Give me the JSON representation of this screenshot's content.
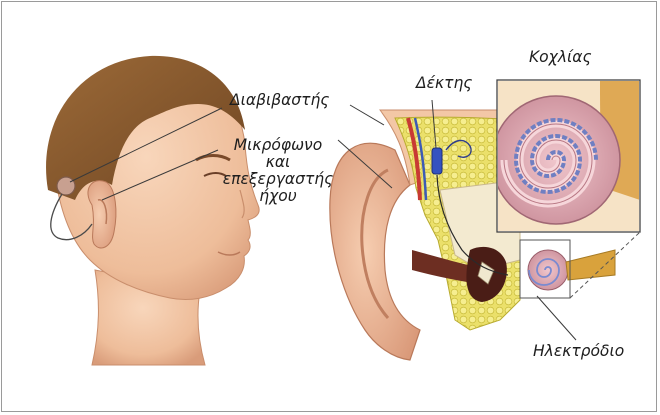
{
  "labels": {
    "transmitter": "Διαβιβαστής",
    "microphone_line1": "Μικρόφωνο",
    "microphone_line2": "και",
    "microphone_line3": "επεξεργαστής",
    "microphone_line4": "ήχου",
    "receiver": "Δέκτης",
    "cochlea": "Κοχλίας",
    "electrode": "Ηλεκτρόδιο"
  },
  "colors": {
    "skin": "#f2c4a2",
    "skin_shadow": "#d99c7a",
    "hair": "#8a5a2e",
    "cartilage": "#e9e16a",
    "bone": "#f0e6c8",
    "cochlea_tissue": "#d7a6ae",
    "electrode": "#6f7fc2",
    "leader_line": "#3a3a3a"
  }
}
